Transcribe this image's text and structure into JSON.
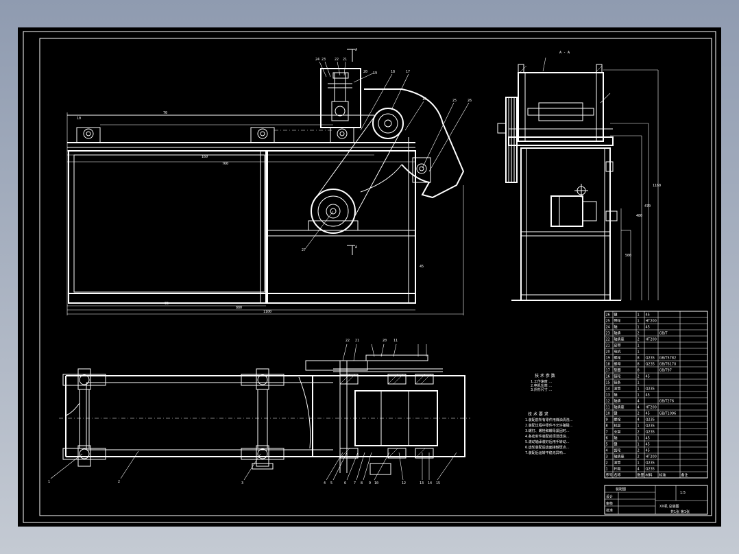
{
  "section_label": "A - A",
  "section_marker": "A",
  "dims": {
    "top_span": "70",
    "left_height": "10",
    "inner_width": "160",
    "inner_width2": "760",
    "base_inner": "95",
    "base_outer": "880",
    "overall": "1100",
    "right_height": "45",
    "sv_h1": "1160",
    "sv_h2": "470",
    "sv_h3": "480",
    "sv_h4": "500"
  },
  "part_numbers_front": [
    "24",
    "23",
    "22",
    "21",
    "20",
    "19",
    "18",
    "17",
    "16",
    "25",
    "26",
    "27"
  ],
  "part_numbers_plan": [
    "1",
    "2",
    "3",
    "4",
    "5",
    "6",
    "7",
    "8",
    "9",
    "10",
    "11",
    "12",
    "13",
    "14",
    "15",
    "20",
    "22",
    "21"
  ],
  "notes1": {
    "title": "技 术 参 数",
    "lines": [
      "1.工作速度 ...",
      "2.电机功率 ...",
      "3.外形尺寸 ..."
    ]
  },
  "notes2": {
    "title": "技 术 要 求",
    "lines": [
      "1.装配前所有零件用煤油清洗...",
      "2.装配过程中零件不允许磕碰...",
      "3.螺钉、螺栓和螺母紧固时...",
      "4.各密封件装配前须浸透油...",
      "5.滚动轴承装好后用手转动...",
      "6.齿轮装配后齿面接触斑点...",
      "7.装配后运转平稳无异响..."
    ]
  },
  "parts_table": {
    "rows": [
      [
        "26",
        "键",
        "1",
        "45",
        "",
        ""
      ],
      [
        "25",
        "带轮",
        "1",
        "HT200",
        "",
        ""
      ],
      [
        "24",
        "轴",
        "1",
        "45",
        "",
        ""
      ],
      [
        "23",
        "轴承",
        "2",
        "",
        "GB/T",
        ""
      ],
      [
        "22",
        "轴承座",
        "2",
        "HT200",
        "",
        ""
      ],
      [
        "21",
        "皮带",
        "1",
        "",
        "",
        ""
      ],
      [
        "20",
        "电机",
        "1",
        "",
        "",
        ""
      ],
      [
        "19",
        "螺栓",
        "8",
        "Q235",
        "GB/T5782",
        ""
      ],
      [
        "18",
        "螺母",
        "8",
        "Q235",
        "GB/T6170",
        ""
      ],
      [
        "17",
        "垫圈",
        "8",
        "",
        "GB/T97",
        ""
      ],
      [
        "16",
        "链轮",
        "2",
        "45",
        "",
        ""
      ],
      [
        "15",
        "链条",
        "1",
        "",
        "",
        ""
      ],
      [
        "14",
        "滚筒",
        "1",
        "Q235",
        "",
        ""
      ],
      [
        "13",
        "轴",
        "1",
        "45",
        "",
        ""
      ],
      [
        "12",
        "轴承",
        "4",
        "",
        "GB/T276",
        ""
      ],
      [
        "11",
        "轴承座",
        "4",
        "HT200",
        "",
        ""
      ],
      [
        "10",
        "键",
        "2",
        "45",
        "GB/T1096",
        ""
      ],
      [
        "9",
        "螺栓",
        "4",
        "Q235",
        "",
        ""
      ],
      [
        "8",
        "机架",
        "1",
        "Q235",
        "",
        ""
      ],
      [
        "7",
        "支架",
        "2",
        "Q235",
        "",
        ""
      ],
      [
        "6",
        "轴",
        "1",
        "45",
        "",
        ""
      ],
      [
        "5",
        "键",
        "1",
        "45",
        "",
        ""
      ],
      [
        "4",
        "齿轮",
        "2",
        "45",
        "",
        ""
      ],
      [
        "3",
        "轴承座",
        "2",
        "HT200",
        "",
        ""
      ],
      [
        "2",
        "滚筒",
        "1",
        "Q235",
        "",
        ""
      ],
      [
        "1",
        "托辊",
        "4",
        "Q235",
        "",
        ""
      ]
    ],
    "header": [
      "序号",
      "名称",
      "数量",
      "材料",
      "标准",
      "备注"
    ]
  },
  "title_block": {
    "title": "XX机 总装图",
    "subtitle": "装配图",
    "rows": [
      "设计",
      "审核",
      "批准"
    ],
    "scale": "1:5",
    "sheet": "共1张 第1张"
  }
}
